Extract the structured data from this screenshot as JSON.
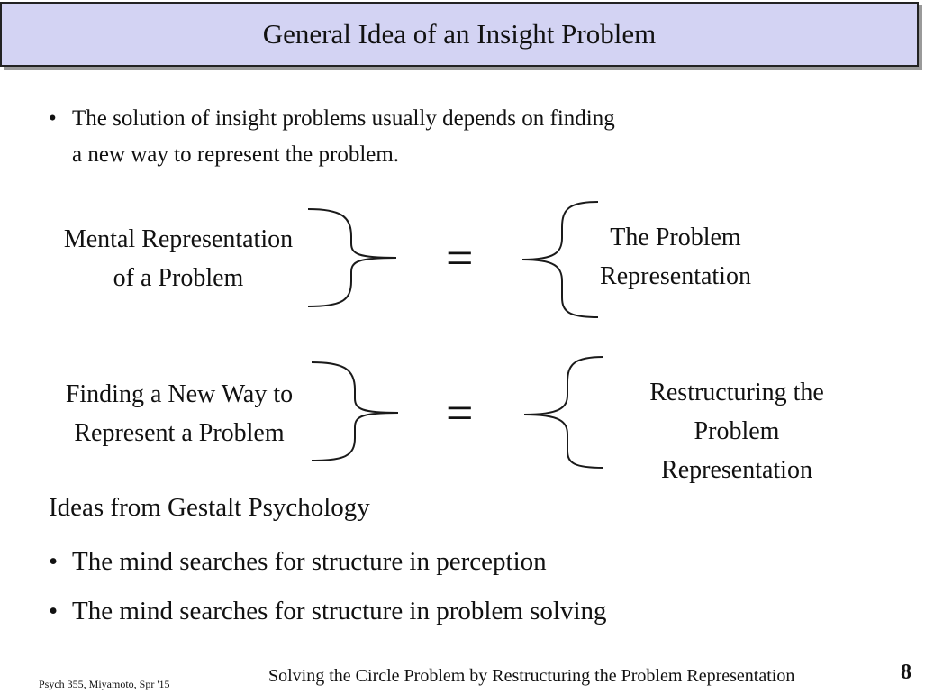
{
  "slide": {
    "title": "General Idea of an Insight Problem",
    "intro_bullet": "•",
    "intro_line_1": "The solution of insight problems usually depends on finding",
    "intro_line_2": "a new way to represent the problem."
  },
  "diagram": {
    "row1": {
      "left_line_1": "Mental Representation",
      "left_line_2": "of a Problem",
      "equals": "=",
      "right_line_1": "The Problem",
      "right_line_2": "Representation"
    },
    "row2": {
      "left_line_1": "Finding a New Way to",
      "left_line_2": "Represent a Problem",
      "equals": "=",
      "right_line_1": "Restructuring the",
      "right_line_2": "Problem",
      "right_line_3": "Representation"
    }
  },
  "gestalt": {
    "heading": "Ideas from Gestalt Psychology",
    "bullet": "•",
    "items": [
      "The mind searches for structure in perception",
      "The mind searches for structure in problem solving"
    ]
  },
  "footer": {
    "course": "Psych 355, Miyamoto, Spr '15",
    "caption": "Solving the Circle Problem by Restructuring the Problem Representation",
    "page_number": "8"
  }
}
